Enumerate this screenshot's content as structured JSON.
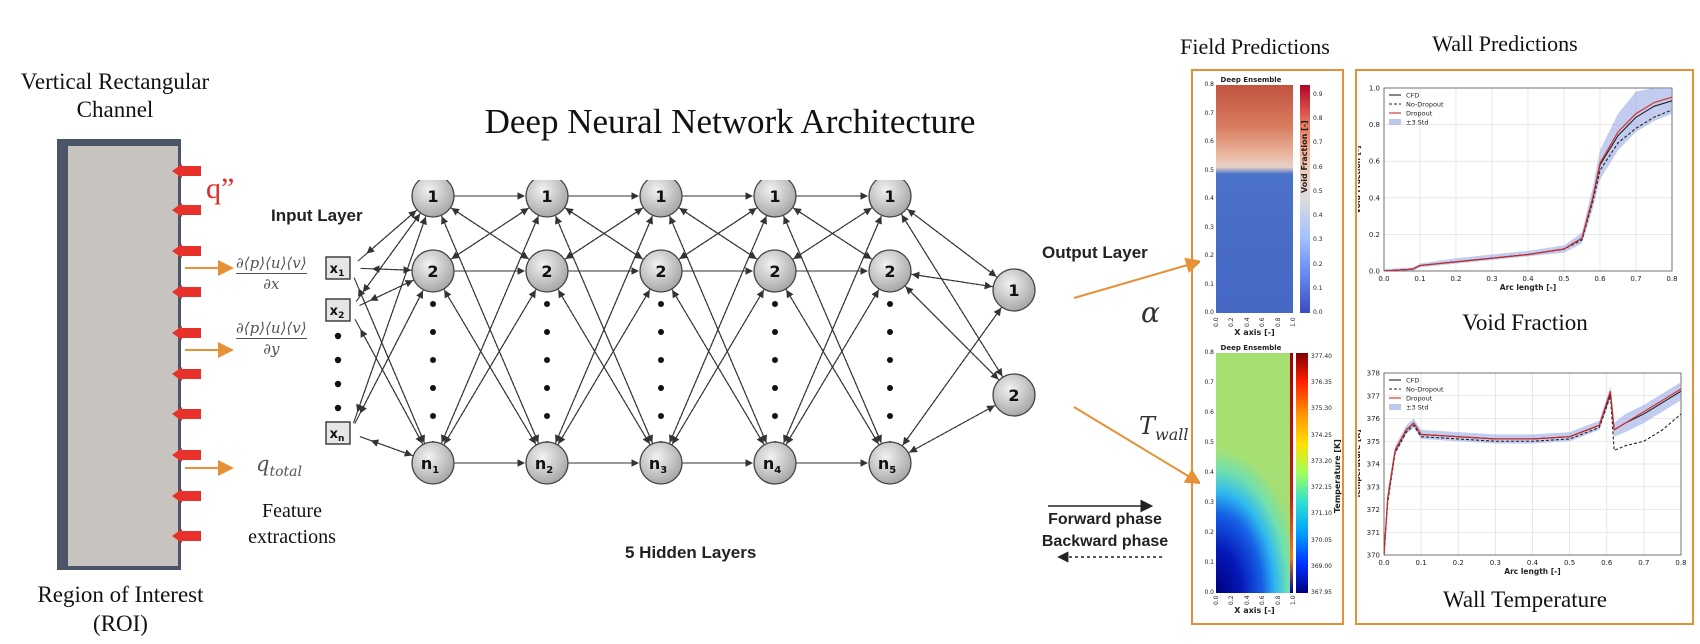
{
  "roi": {
    "title_line1": "Vertical Rectangular",
    "title_line2": "Channel",
    "heat_flux": "q”",
    "caption_line1": "Region of Interest",
    "caption_line2": "(ROI)"
  },
  "features": {
    "f1_num": "∂⟨p⟩⟨u⟩⟨v⟩",
    "f1_den": "∂x",
    "f2_num": "∂⟨p⟩⟨u⟩⟨v⟩",
    "f2_den": "∂y",
    "f3": "q",
    "f3_sub": "total",
    "label_line1": "Feature",
    "label_line2": "extractions"
  },
  "network": {
    "title": "Deep Neural Network Architecture",
    "input_label": "Input Layer",
    "output_label": "Output Layer",
    "hidden_label": "5 Hidden Layers",
    "inputs": [
      "x1",
      "x2",
      "xn"
    ],
    "hidden_top": [
      "1",
      "1",
      "1",
      "1",
      "1"
    ],
    "hidden_mid": [
      "2",
      "2",
      "2",
      "2",
      "2"
    ],
    "hidden_bottom": [
      "n1",
      "n2",
      "n3",
      "n4",
      "n5"
    ],
    "outputs": [
      "1",
      "2"
    ],
    "out_alpha": "α",
    "out_twall": "T",
    "out_twall_sub": "wall",
    "forward": "Forward phase",
    "backward": "Backward phase"
  },
  "field": {
    "title": "Field Predictions",
    "top": {
      "panel_title": "Deep Ensemble",
      "xlabel": "X axis [-]",
      "cbar_label": "Void Fraction [-]",
      "yticks": [
        "0.0",
        "0.1",
        "0.2",
        "0.3",
        "0.4",
        "0.5",
        "0.6",
        "0.7",
        "0.8"
      ],
      "xticks": [
        "0.0",
        "0.2",
        "0.4",
        "0.6",
        "0.8",
        "1.0"
      ],
      "cbar_ticks": [
        "0.0",
        "0.1",
        "0.2",
        "0.3",
        "0.4",
        "0.5",
        "0.6",
        "0.7",
        "0.8",
        "0.9"
      ]
    },
    "bottom": {
      "panel_title": "Deep Ensemble",
      "xlabel": "X axis [-]",
      "cbar_label": "Temperature [K]",
      "yticks": [
        "0.0",
        "0.1",
        "0.2",
        "0.3",
        "0.4",
        "0.5",
        "0.6",
        "0.7",
        "0.8"
      ],
      "xticks": [
        "0.0",
        "0.2",
        "0.4",
        "0.6",
        "0.8",
        "1.0"
      ],
      "cbar_ticks": [
        "367.95",
        "369.00",
        "370.05",
        "371.10",
        "372.15",
        "373.20",
        "374.25",
        "375.30",
        "376.35",
        "377.40"
      ]
    }
  },
  "wall": {
    "title": "Wall Predictions",
    "void_caption": "Void Fraction",
    "temp_caption": "Wall Temperature"
  },
  "chart_data": [
    {
      "type": "line",
      "xlabel": "Arc length [-]",
      "ylabel": "Void Fraction [-]",
      "xlim": [
        0.0,
        0.8
      ],
      "ylim": [
        0.0,
        1.0
      ],
      "xticks": [
        "0.0",
        "0.1",
        "0.2",
        "0.3",
        "0.4",
        "0.5",
        "0.6",
        "0.7",
        "0.8"
      ],
      "yticks": [
        "0.0",
        "0.2",
        "0.4",
        "0.6",
        "0.8",
        "1.0"
      ],
      "legend_position": "top-left",
      "grid": true,
      "x": [
        0.0,
        0.08,
        0.1,
        0.2,
        0.3,
        0.4,
        0.5,
        0.55,
        0.58,
        0.6,
        0.65,
        0.7,
        0.75,
        0.8
      ],
      "series": [
        {
          "name": "CFD",
          "style": "solid",
          "color": "#222222",
          "values": [
            0.0,
            0.01,
            0.03,
            0.05,
            0.07,
            0.09,
            0.12,
            0.18,
            0.4,
            0.58,
            0.74,
            0.84,
            0.9,
            0.93
          ]
        },
        {
          "name": "No-Dropout",
          "style": "dashed",
          "color": "#222222",
          "values": [
            0.0,
            0.01,
            0.03,
            0.05,
            0.07,
            0.09,
            0.12,
            0.17,
            0.38,
            0.55,
            0.7,
            0.78,
            0.84,
            0.88
          ]
        },
        {
          "name": "Dropout",
          "style": "solid",
          "color": "#d62728",
          "values": [
            0.0,
            0.01,
            0.03,
            0.05,
            0.07,
            0.09,
            0.12,
            0.18,
            0.4,
            0.59,
            0.76,
            0.86,
            0.92,
            0.95
          ]
        },
        {
          "name": "±3 Std",
          "style": "band",
          "color": "#8fa3e0",
          "lower": [
            0.0,
            0.0,
            0.02,
            0.04,
            0.06,
            0.08,
            0.1,
            0.15,
            0.34,
            0.5,
            0.66,
            0.76,
            0.82,
            0.86
          ],
          "upper": [
            0.01,
            0.02,
            0.04,
            0.07,
            0.09,
            0.11,
            0.14,
            0.21,
            0.46,
            0.66,
            0.86,
            0.98,
            1.0,
            1.0
          ]
        }
      ]
    },
    {
      "type": "line",
      "xlabel": "Arc length [-]",
      "ylabel": "Temperature [K]",
      "xlim": [
        0.0,
        0.8
      ],
      "ylim": [
        370,
        378
      ],
      "xticks": [
        "0.0",
        "0.1",
        "0.2",
        "0.3",
        "0.4",
        "0.5",
        "0.6",
        "0.7",
        "0.8"
      ],
      "yticks": [
        "370",
        "371",
        "372",
        "373",
        "374",
        "375",
        "376",
        "377",
        "378"
      ],
      "legend_position": "top-left",
      "grid": true,
      "x": [
        0.0,
        0.01,
        0.03,
        0.06,
        0.08,
        0.1,
        0.2,
        0.3,
        0.4,
        0.5,
        0.58,
        0.61,
        0.62,
        0.65,
        0.7,
        0.75,
        0.8
      ],
      "series": [
        {
          "name": "CFD",
          "style": "solid",
          "color": "#222222",
          "values": [
            370.0,
            372.5,
            374.6,
            375.5,
            375.8,
            375.3,
            375.2,
            375.1,
            375.1,
            375.2,
            375.7,
            377.1,
            375.5,
            375.8,
            376.2,
            376.7,
            377.2
          ]
        },
        {
          "name": "No-Dropout",
          "style": "dashed",
          "color": "#222222",
          "values": [
            370.0,
            372.3,
            374.5,
            375.4,
            375.7,
            375.2,
            375.1,
            375.0,
            375.0,
            375.1,
            375.6,
            377.0,
            374.6,
            374.8,
            375.0,
            375.5,
            376.2
          ]
        },
        {
          "name": "Dropout",
          "style": "solid",
          "color": "#d62728",
          "values": [
            370.0,
            372.5,
            374.6,
            375.5,
            375.8,
            375.3,
            375.2,
            375.1,
            375.1,
            375.2,
            375.7,
            377.2,
            375.5,
            375.8,
            376.3,
            376.8,
            377.3
          ]
        },
        {
          "name": "±3 Std",
          "style": "band",
          "color": "#8fa3e0",
          "lower": [
            369.9,
            372.2,
            374.4,
            375.3,
            375.6,
            375.1,
            375.0,
            374.9,
            374.9,
            375.0,
            375.5,
            376.9,
            375.2,
            375.4,
            375.8,
            376.3,
            376.8
          ],
          "upper": [
            370.1,
            372.8,
            374.8,
            375.7,
            376.0,
            375.5,
            375.4,
            375.3,
            375.3,
            375.4,
            375.9,
            377.4,
            375.8,
            376.2,
            376.6,
            377.1,
            377.6
          ]
        }
      ]
    }
  ]
}
